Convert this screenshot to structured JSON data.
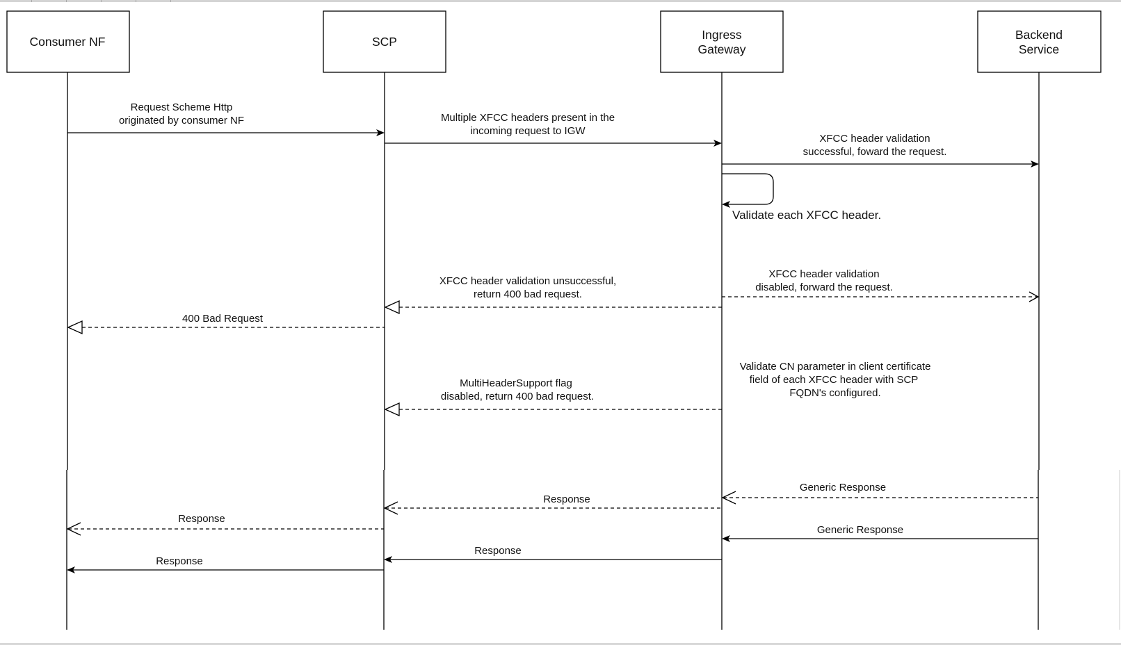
{
  "diagram": {
    "participants": [
      {
        "id": "consumer",
        "lines": [
          "Consumer NF"
        ]
      },
      {
        "id": "scp",
        "lines": [
          "SCP"
        ]
      },
      {
        "id": "igw",
        "lines": [
          "Ingress",
          "Gateway"
        ]
      },
      {
        "id": "backend",
        "lines": [
          "Backend",
          "Service"
        ]
      }
    ],
    "messages": [
      {
        "id": "m-request-scheme",
        "from": "consumer",
        "to": "scp",
        "style": "solid",
        "lines": [
          "Request Scheme Http",
          "originated by consumer NF"
        ]
      },
      {
        "id": "m-multiple-xfcc",
        "from": "scp",
        "to": "igw",
        "style": "solid",
        "lines": [
          "Multiple XFCC headers present in the",
          "incoming request to IGW"
        ]
      },
      {
        "id": "m-xfcc-success",
        "from": "igw",
        "to": "backend",
        "style": "solid",
        "lines": [
          "XFCC header validation",
          "successful, foward the request."
        ]
      },
      {
        "id": "m-validate-self",
        "from": "igw",
        "to": "igw",
        "style": "self",
        "lines": [
          "Validate each XFCC header."
        ]
      },
      {
        "id": "m-xfcc-disabled",
        "from": "igw",
        "to": "backend",
        "style": "dashed-open",
        "lines": [
          "XFCC header validation",
          "disabled, forward the request."
        ]
      },
      {
        "id": "m-xfcc-unsuccessful",
        "from": "igw",
        "to": "scp",
        "style": "dashed-hollow",
        "lines": [
          "XFCC header validation unsuccessful,",
          "return 400 bad request."
        ]
      },
      {
        "id": "m-400-bad-request",
        "from": "scp",
        "to": "consumer",
        "style": "dashed-hollow",
        "lines": [
          "400 Bad Request"
        ]
      },
      {
        "id": "m-multiheader-disabled",
        "from": "igw",
        "to": "scp",
        "style": "dashed-hollow",
        "lines": [
          "MultiHeaderSupport flag",
          "disabled, return 400 bad request."
        ]
      },
      {
        "id": "m-generic-response-dashed",
        "from": "backend",
        "to": "igw",
        "style": "dashed-open",
        "lines": [
          "Generic Response"
        ]
      },
      {
        "id": "m-response-igw-scp-dashed",
        "from": "igw",
        "to": "scp",
        "style": "dashed-open",
        "lines": [
          "Response"
        ]
      },
      {
        "id": "m-response-scp-consumer-dashed",
        "from": "scp",
        "to": "consumer",
        "style": "dashed-open",
        "lines": [
          "Response"
        ]
      },
      {
        "id": "m-generic-response-solid",
        "from": "backend",
        "to": "igw",
        "style": "solid",
        "lines": [
          "Generic Response"
        ]
      },
      {
        "id": "m-response-igw-scp-solid",
        "from": "igw",
        "to": "scp",
        "style": "solid",
        "lines": [
          "Response"
        ]
      },
      {
        "id": "m-response-scp-consumer-solid",
        "from": "scp",
        "to": "consumer",
        "style": "solid",
        "lines": [
          "Response"
        ]
      }
    ],
    "notes": [
      {
        "id": "note-validate-cn",
        "lines": [
          "Validate CN parameter in client certificate",
          "field of each XFCC header with SCP",
          "FQDN's configured."
        ]
      }
    ]
  }
}
